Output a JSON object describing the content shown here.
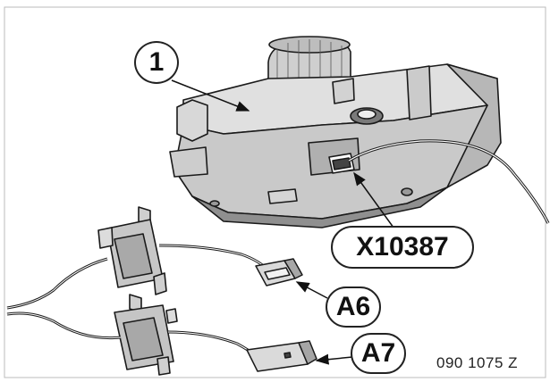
{
  "callouts": {
    "part": "1",
    "connector": "X10387",
    "plug_a6": "A6",
    "plug_a7": "A7"
  },
  "reference_code": "090 1075 Z"
}
